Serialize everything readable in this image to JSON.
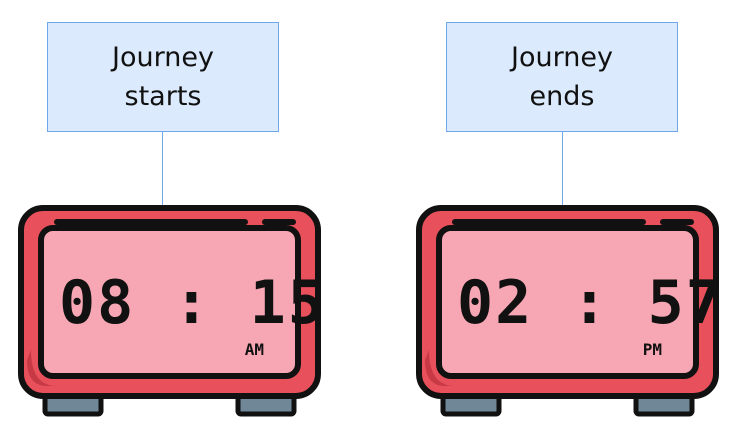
{
  "start": {
    "label_line1": "Journey",
    "label_line2": "starts",
    "hours": "08",
    "minutes": "15",
    "separator": ":",
    "meridiem": "AM"
  },
  "end": {
    "label_line1": "Journey",
    "label_line2": "ends",
    "hours": "02",
    "minutes": "57",
    "separator": ":",
    "meridiem": "PM"
  },
  "colors": {
    "label_fill": "#dbeafc",
    "label_border": "#6fa8ea",
    "clock_body": "#e8505b",
    "clock_screen": "#f7a7b3",
    "clock_feet": "#6f8796",
    "outline": "#111111"
  },
  "icons": {
    "clock": "digital-alarm-clock-icon"
  }
}
